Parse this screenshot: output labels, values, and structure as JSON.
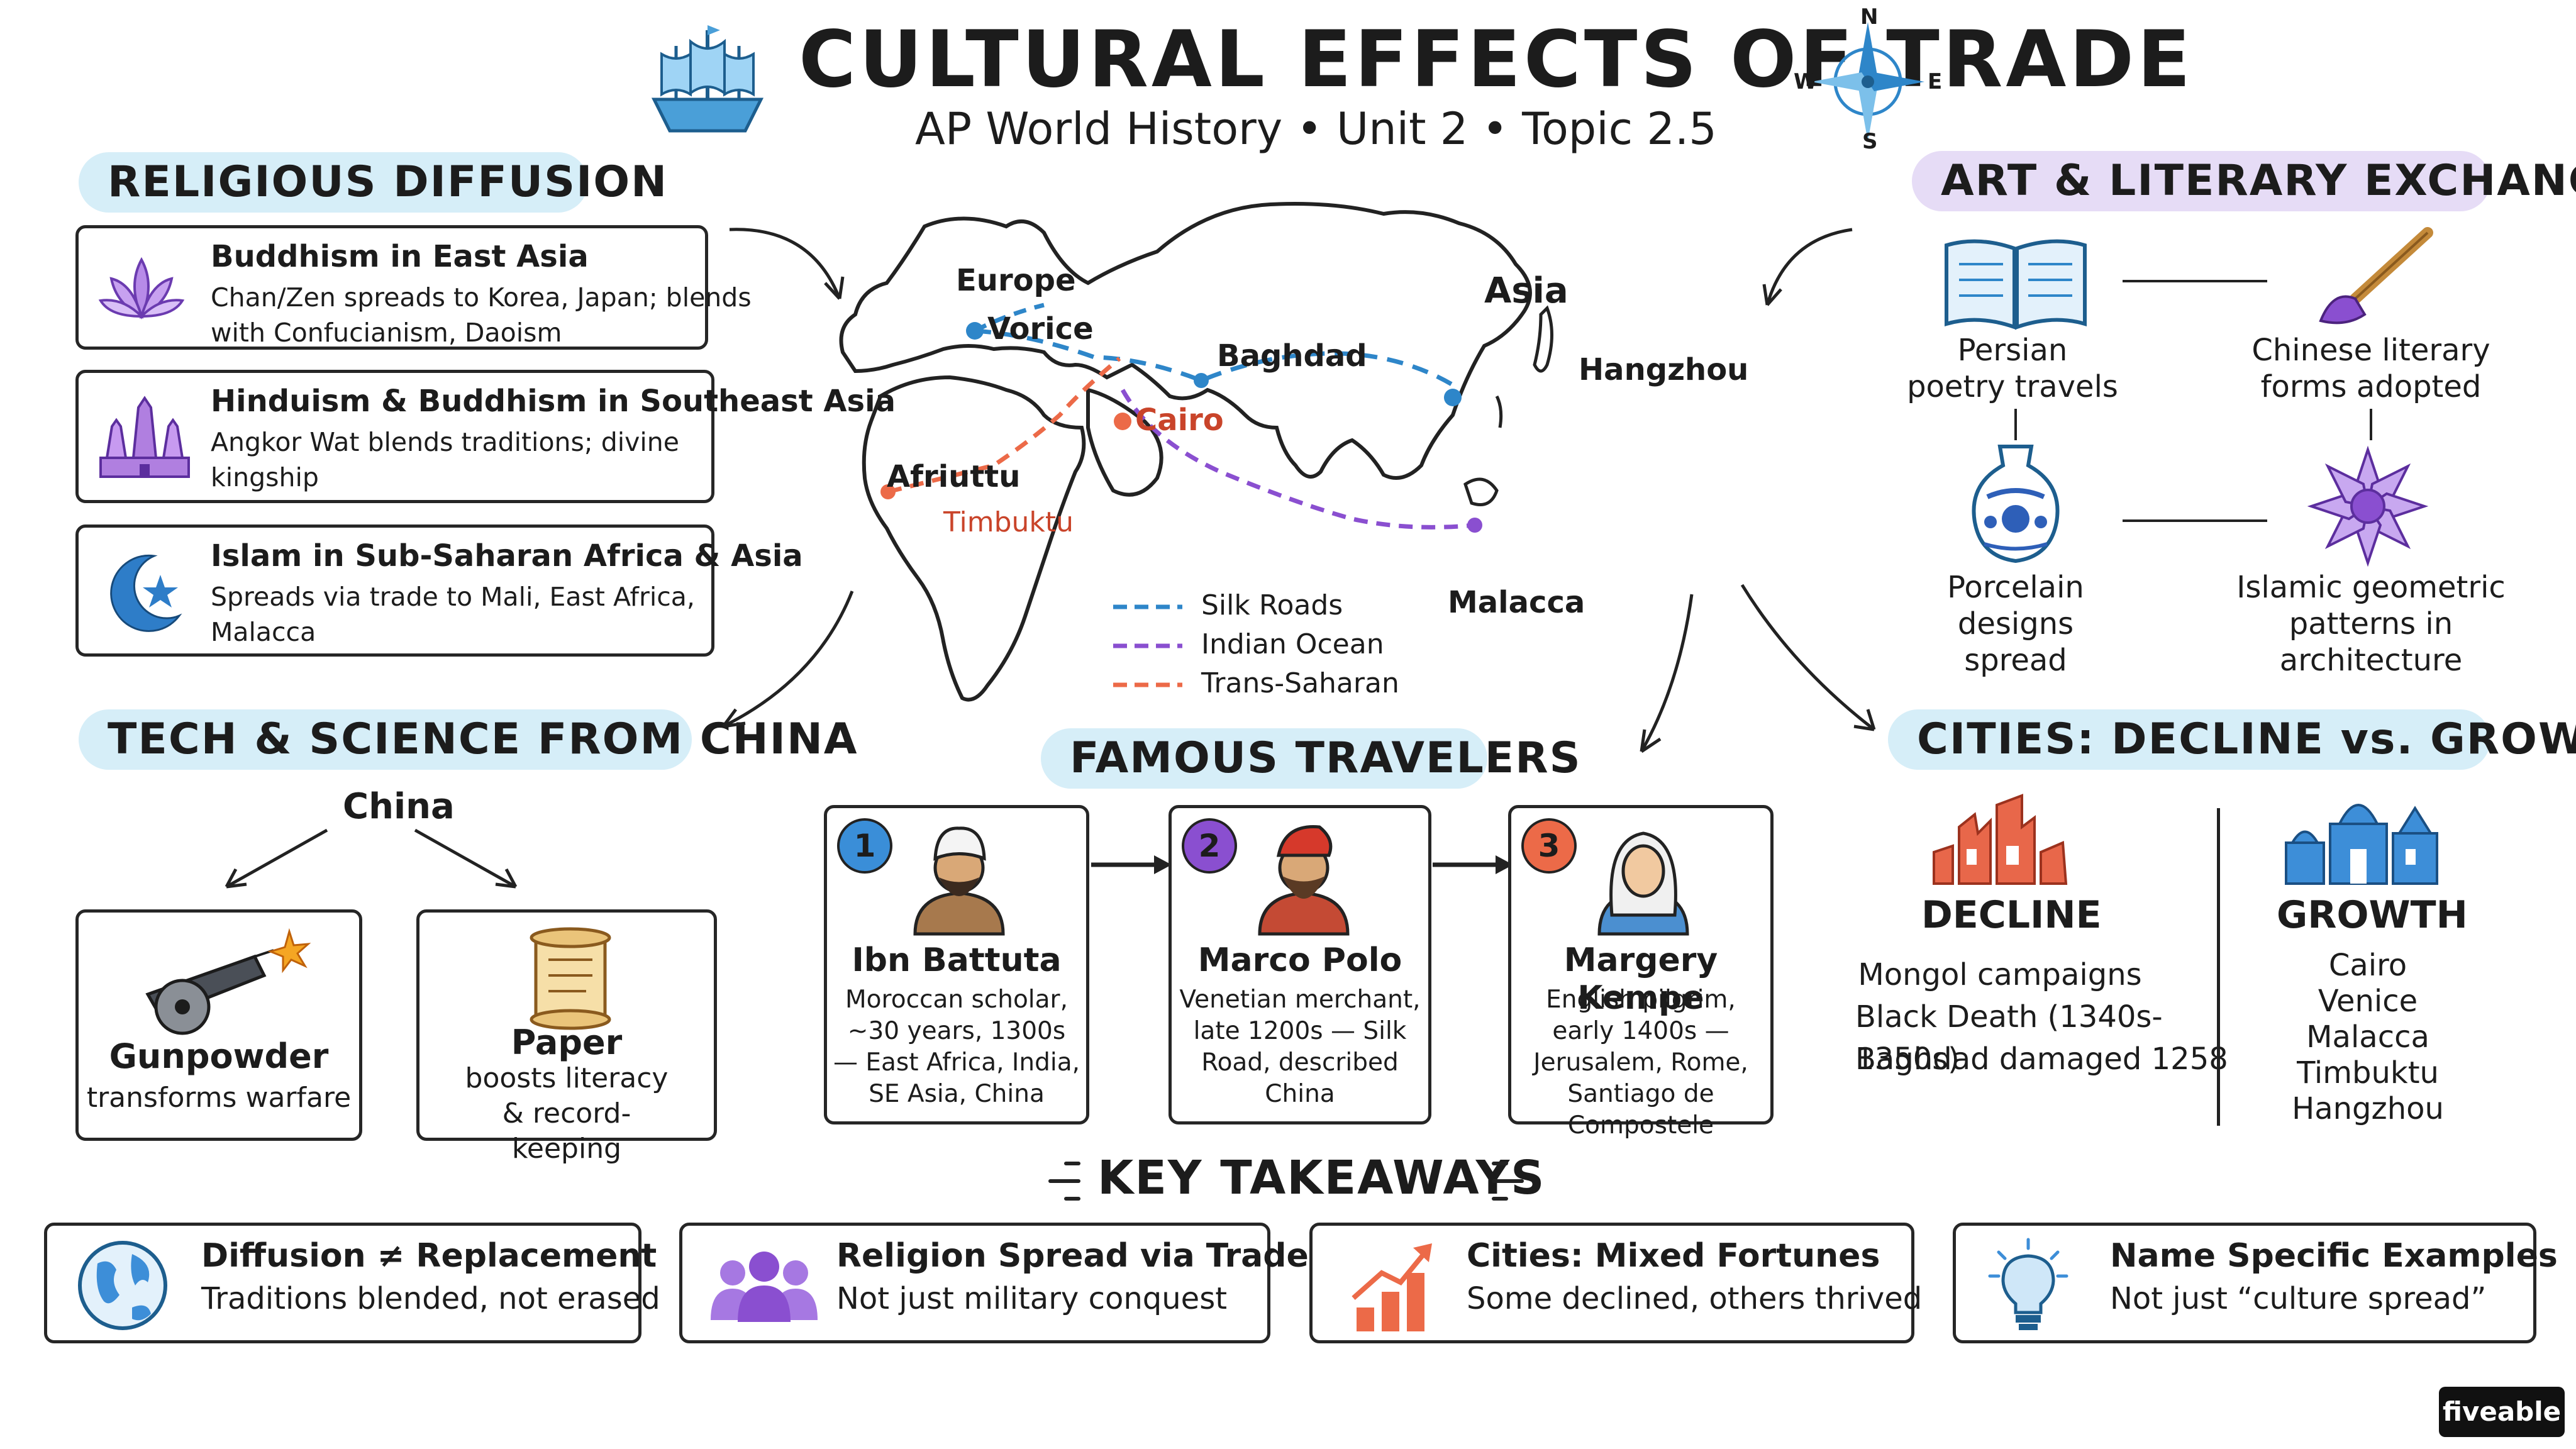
{
  "header": {
    "title": "CULTURAL EFFECTS OF TRADE",
    "subtitle": "AP World History • Unit 2 • Topic 2.5",
    "compass": {
      "n": "N",
      "s": "S",
      "e": "E",
      "w": "W"
    }
  },
  "religious": {
    "heading": "RELIGIOUS  DIFFUSION",
    "items": [
      {
        "title": "Buddhism in East Asia",
        "desc": "Chan/Zen spreads to Korea, Japan; blends with Confucianism, Daoism",
        "icon": "lotus-icon"
      },
      {
        "title": "Hinduism & Buddhism in Southeast Asia",
        "desc": "Angkor Wat blends traditions; divine kingship",
        "icon": "temple-icon"
      },
      {
        "title": "Islam in Sub-Saharan Africa & Asia",
        "desc": "Spreads via trade to Mali, East Africa, Malacca",
        "icon": "crescent-star-icon"
      }
    ]
  },
  "tech": {
    "heading": "TECH & SCIENCE FROM CHINA",
    "origin": "China",
    "items": [
      {
        "title": "Gunpowder",
        "desc": "transforms warfare",
        "icon": "cannon-icon"
      },
      {
        "title": "Paper",
        "desc": "boosts literacy & record-keeping",
        "icon": "scroll-icon"
      }
    ]
  },
  "map": {
    "labels": {
      "europe": "Europe",
      "asia": "Asia",
      "venice": "Vorice",
      "baghdad": "Baghdad",
      "hangzhou": "Hangzhou",
      "cairo": "Cairo",
      "africa": "Afriuttu",
      "timbuktu": "Timbuktu",
      "malacca": "Malacca"
    },
    "legend": [
      {
        "label": "Silk Roads",
        "color": "#2e86c9"
      },
      {
        "label": "Indian Ocean",
        "color": "#8a4fd0"
      },
      {
        "label": "Trans-Saharan",
        "color": "#ec6a48"
      }
    ]
  },
  "art": {
    "heading": "ART & LITERARY EXCHANGE",
    "items": [
      {
        "label": "Persian poetry travels",
        "icon": "book-icon"
      },
      {
        "label": "Chinese literary forms adopted",
        "icon": "brush-icon"
      },
      {
        "label": "Porcelain designs spread",
        "icon": "vase-icon"
      },
      {
        "label": "Islamic geometric patterns in architecture",
        "icon": "geometric-pattern-icon"
      }
    ]
  },
  "travelers": {
    "heading": "FAMOUS  TRAVELERS",
    "items": [
      {
        "num": "1",
        "name": "Ibn Battuta",
        "desc": "Moroccan scholar, ~30 years, 1300s — East Africa, India, SE Asia, China",
        "color": "#3a8ed8"
      },
      {
        "num": "2",
        "name": "Marco Polo",
        "desc": "Venetian merchant, late 1200s — Silk Road, described China",
        "color": "#8a4fd0"
      },
      {
        "num": "3",
        "name": "Margery Kempe",
        "desc": "English pilgrim, early 1400s — Jerusalem, Rome, Santiago de Compostele",
        "color": "#ec6a48"
      }
    ]
  },
  "cities": {
    "heading": "CITIES: DECLINE vs. GROWTH",
    "decline": {
      "title": "DECLINE",
      "items": [
        "Mongol campaigns",
        "Black Death (1340s-1350s)",
        "Baghdad damaged 1258"
      ]
    },
    "growth": {
      "title": "GROWTH",
      "items": [
        "Cairo",
        "Venice",
        "Malacca",
        "Timbuktu",
        "Hangzhou"
      ]
    }
  },
  "takeaways": {
    "heading": "KEY TAKEAWAYS",
    "items": [
      {
        "title": "Diffusion ≠ Replacement",
        "desc": "Traditions blended, not erased",
        "icon": "globe-icon"
      },
      {
        "title": "Religion Spread via Trade",
        "desc": "Not just military conquest",
        "icon": "people-icon"
      },
      {
        "title": "Cities: Mixed Fortunes",
        "desc": "Some declined, others thrived",
        "icon": "bar-chart-icon"
      },
      {
        "title": "Name Specific Examples",
        "desc": "Not just “culture spread”",
        "icon": "lightbulb-icon"
      }
    ]
  },
  "brand": "fiveable"
}
